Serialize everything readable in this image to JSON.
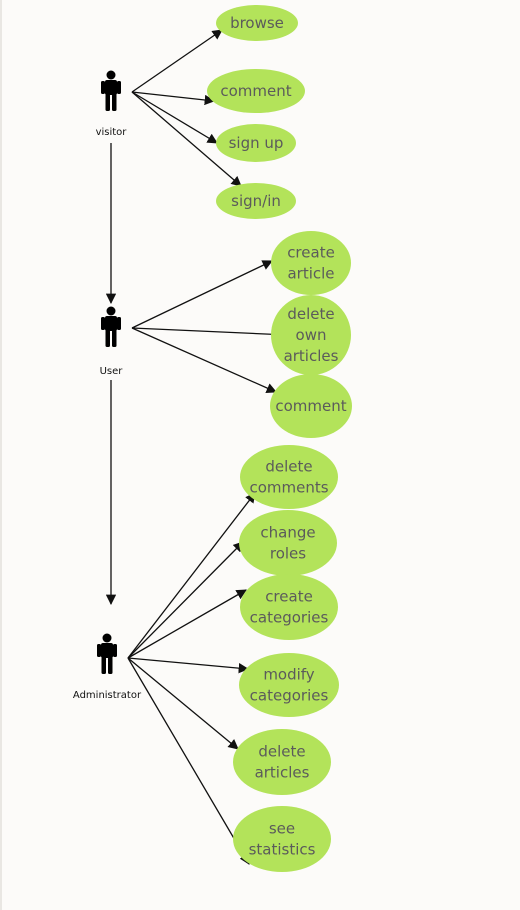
{
  "colors": {
    "ellipse_fill": "#b3e35a",
    "line": "#111111",
    "actor": "#000000",
    "usecase_text": "#5b5b5b",
    "background": "#fcfbf9"
  },
  "actors": [
    {
      "id": "visitor",
      "label": "visitor"
    },
    {
      "id": "user",
      "label": "User"
    },
    {
      "id": "admin",
      "label": "Administrator"
    }
  ],
  "use_cases": [
    {
      "id": "browse",
      "actor": "visitor",
      "lines": [
        "browse"
      ]
    },
    {
      "id": "comment_v",
      "actor": "visitor",
      "lines": [
        "comment"
      ]
    },
    {
      "id": "signup",
      "actor": "visitor",
      "lines": [
        "sign up"
      ]
    },
    {
      "id": "signin",
      "actor": "visitor",
      "lines": [
        "sign/in"
      ]
    },
    {
      "id": "create_article",
      "actor": "user",
      "lines": [
        "create",
        "article"
      ]
    },
    {
      "id": "delete_own",
      "actor": "user",
      "lines": [
        "delete",
        "own",
        "articles"
      ]
    },
    {
      "id": "comment_u",
      "actor": "user",
      "lines": [
        "comment"
      ]
    },
    {
      "id": "delete_comments",
      "actor": "admin",
      "lines": [
        "delete",
        "comments"
      ]
    },
    {
      "id": "change_roles",
      "actor": "admin",
      "lines": [
        "change",
        "roles"
      ]
    },
    {
      "id": "create_categories",
      "actor": "admin",
      "lines": [
        "create",
        "categories"
      ]
    },
    {
      "id": "modify_categories",
      "actor": "admin",
      "lines": [
        "modify",
        "categories"
      ]
    },
    {
      "id": "delete_articles",
      "actor": "admin",
      "lines": [
        "delete",
        "articles"
      ]
    },
    {
      "id": "see_statistics",
      "actor": "admin",
      "lines": [
        "see",
        "statistics"
      ]
    }
  ],
  "inheritance": [
    {
      "from": "visitor",
      "to": "user"
    },
    {
      "from": "user",
      "to": "admin"
    }
  ]
}
